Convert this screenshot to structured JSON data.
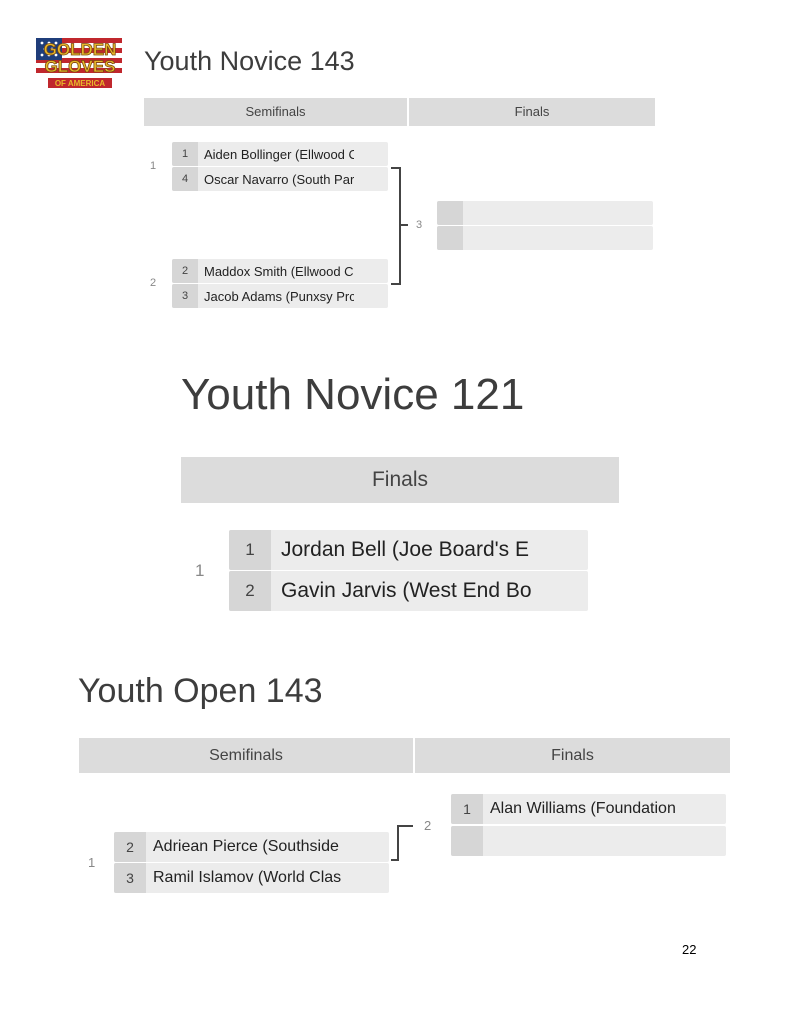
{
  "logo": {
    "text_line1": "GOLDEN",
    "text_line2": "GLOVES",
    "text_line3": "OF AMERICA"
  },
  "colors": {
    "header_bg": "#dcdcdc",
    "slot_bg": "#ececec",
    "seed_bg": "#d6d6d6",
    "logo_gold": "#e8b82a",
    "logo_red": "#c0272d",
    "logo_blue": "#1f3d7a"
  },
  "sections": {
    "youth_novice_143": {
      "title": "Youth Novice 143",
      "headers": [
        "Semifinals",
        "Finals"
      ],
      "semifinals": [
        {
          "match_number": "1",
          "competitors": [
            {
              "seed": "1",
              "name": "Aiden Bollinger (Ellwood C"
            },
            {
              "seed": "4",
              "name": "Oscar Navarro (South Par"
            }
          ]
        },
        {
          "match_number": "2",
          "competitors": [
            {
              "seed": "2",
              "name": "Maddox Smith (Ellwood C"
            },
            {
              "seed": "3",
              "name": "Jacob Adams (Punxsy Prc"
            }
          ]
        }
      ],
      "final": {
        "match_number": "3",
        "competitors": [
          {
            "seed": "",
            "name": ""
          },
          {
            "seed": "",
            "name": ""
          }
        ]
      }
    },
    "youth_novice_121": {
      "title": "Youth Novice 121",
      "headers": [
        "Finals"
      ],
      "final": {
        "match_number": "1",
        "competitors": [
          {
            "seed": "1",
            "name": "Jordan Bell (Joe Board's E"
          },
          {
            "seed": "2",
            "name": "Gavin Jarvis (West End Bo"
          }
        ]
      }
    },
    "youth_open_143": {
      "title": "Youth Open 143",
      "headers": [
        "Semifinals",
        "Finals"
      ],
      "semifinals": [
        {
          "match_number": "1",
          "competitors": [
            {
              "seed": "2",
              "name": "Adriean Pierce (Southside"
            },
            {
              "seed": "3",
              "name": "Ramil Islamov (World Clas"
            }
          ]
        }
      ],
      "final": {
        "match_number": "2",
        "competitors": [
          {
            "seed": "1",
            "name": "Alan Williams (Foundation"
          },
          {
            "seed": "",
            "name": ""
          }
        ]
      }
    }
  },
  "page_number": "22"
}
